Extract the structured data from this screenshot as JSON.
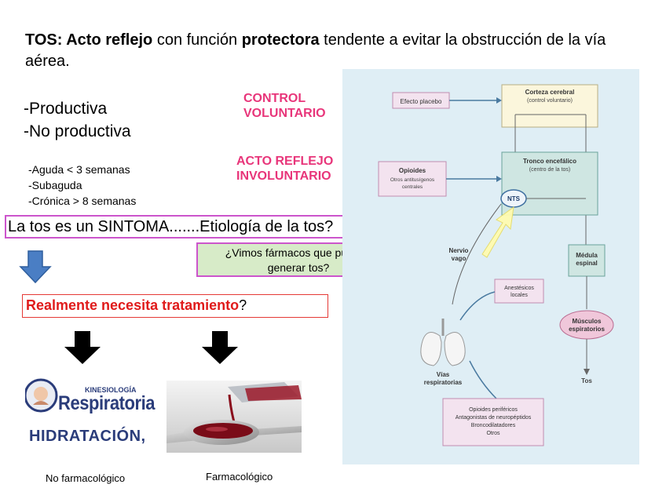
{
  "title": {
    "part1": "TOS:",
    "part2": " Acto reflejo",
    "part3": " con función ",
    "part4": "protectora",
    "part5": " tendente a evitar la obstrucción de la vía aérea."
  },
  "types": [
    "-Productiva",
    "-No productiva"
  ],
  "durations": [
    "-Aguda < 3 semanas",
    "-Subaguda",
    "-Crónica > 8 semanas"
  ],
  "control": {
    "voluntary": [
      "CONTROL",
      "VOLUNTARIO"
    ],
    "reflex": [
      "ACTO REFLEJO",
      "INVOLUNTARIO"
    ]
  },
  "sintoma": "La tos es un SINTOMA.......Etiología de la tos?",
  "farmacos_question": [
    "¿Vimos fármacos que pueden",
    "generar tos?"
  ],
  "tratamiento": {
    "text": "Realmente necesita tratamiento",
    "mark": "?"
  },
  "logos": {
    "kinesio_small": "KINESIOLOGÍA",
    "kinesio_big": "Respiratoria",
    "hidratacion": "HIDRATACIÓN,"
  },
  "captions": {
    "no_farm": "No farmacológico",
    "farm": "Farmacológico"
  },
  "diagram": {
    "efecto_placebo": "Efecto placebo",
    "corteza_title": "Corteza cerebral",
    "corteza_sub": "(control voluntario)",
    "opioides_title": "Opioides",
    "opioides_sub1": "Otros antitusígenos",
    "opioides_sub2": "centrales",
    "tronco_title": "Tronco encefálico",
    "tronco_sub": "(centro de la tos)",
    "nts": "NTS",
    "nervio": [
      "Nervio",
      "vago"
    ],
    "medula": [
      "Médula",
      "espinal"
    ],
    "anestesicos": [
      "Anestésicos",
      "locales"
    ],
    "musculos": [
      "Músculos",
      "espiratorios"
    ],
    "vias": [
      "Vías",
      "respiratorias"
    ],
    "tos": "Tos",
    "perifericos": [
      "Opioides periféricos",
      "Antagonistas de neuropéptidos",
      "Broncodilatadores",
      "Otros"
    ]
  },
  "colors": {
    "pink": "#e8357a",
    "diagram_bg": "#dfeef5",
    "box_yellow": "#fbf6dc",
    "box_pink": "#f3e3ef",
    "arrow_blue": "#4a7ec4"
  }
}
